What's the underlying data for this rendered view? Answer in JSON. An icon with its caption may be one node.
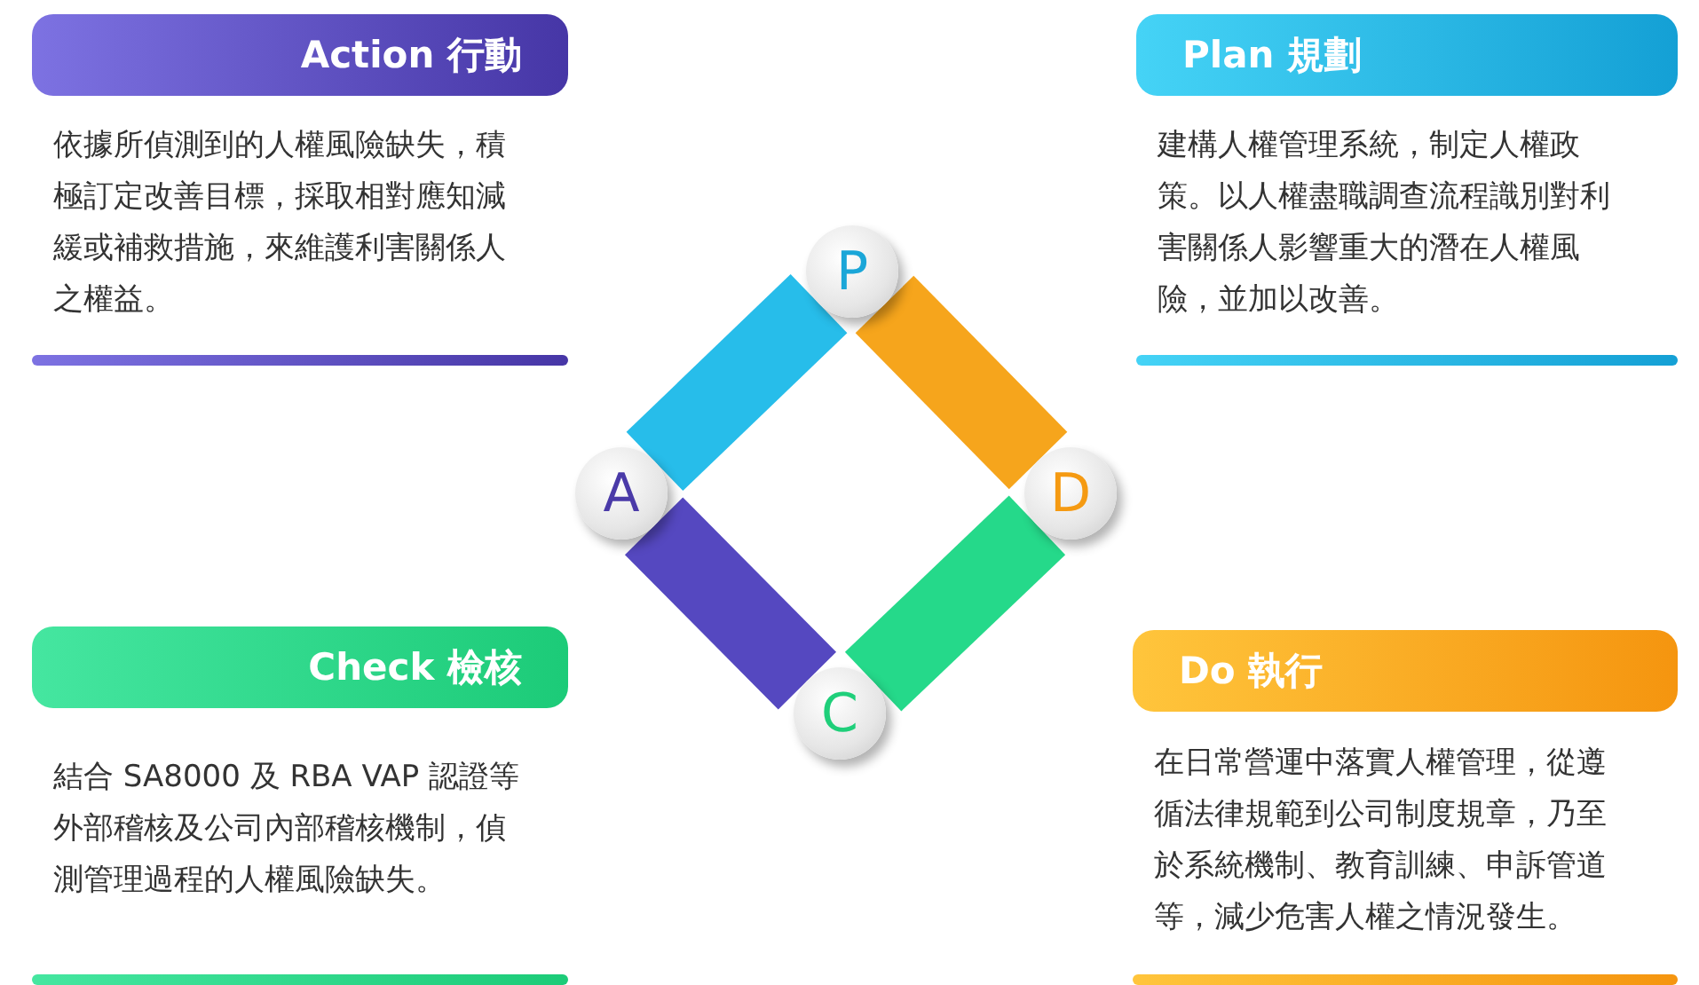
{
  "diagram": {
    "nodes": [
      {
        "text": [
          "Action 行動"
        ],
        "beside": [
          "依據所偵測到的人權風險缺失，積極訂定改善目標，採取相對應知減緩或補救措施，來維護利害關係人之權益。"
        ]
      },
      {
        "text": [
          "Plan 規劃"
        ],
        "beside": [
          "建構人權管理系統，制定人權政策。以人權盡職調查流程識別對利害關係人影響重大的潛在人權風險，並加以改善。"
        ]
      },
      {
        "text": [
          "P"
        ]
      },
      {
        "text": [
          "A"
        ]
      },
      {
        "text": [
          "D"
        ]
      },
      {
        "text": [
          "C"
        ]
      },
      {
        "text": [
          "Check 檢核"
        ],
        "beside": [
          "結合 SA8000 及 RBA VAP 認證等外部稽核及公司內部稽核機制，偵測管理過程的人權風險缺失。"
        ]
      },
      {
        "text": [
          "Do 執行"
        ],
        "beside": [
          "在日常營運中落實人權管理，從遵循法律規範到公司制度規章，乃至於系統機制、教育訓練、申訴管道等，減少危害人權之情況發生。"
        ]
      }
    ],
    "edges": [
      {
        "from": 3,
        "to": 2,
        "arrow": "none",
        "color": "#27bdea"
      },
      {
        "from": 2,
        "to": 4,
        "arrow": "none",
        "color": "#f6a51c"
      },
      {
        "from": 4,
        "to": 5,
        "arrow": "none",
        "color": "#25d98a"
      },
      {
        "from": 5,
        "to": 3,
        "arrow": "none",
        "color": "#5548c0"
      }
    ]
  }
}
